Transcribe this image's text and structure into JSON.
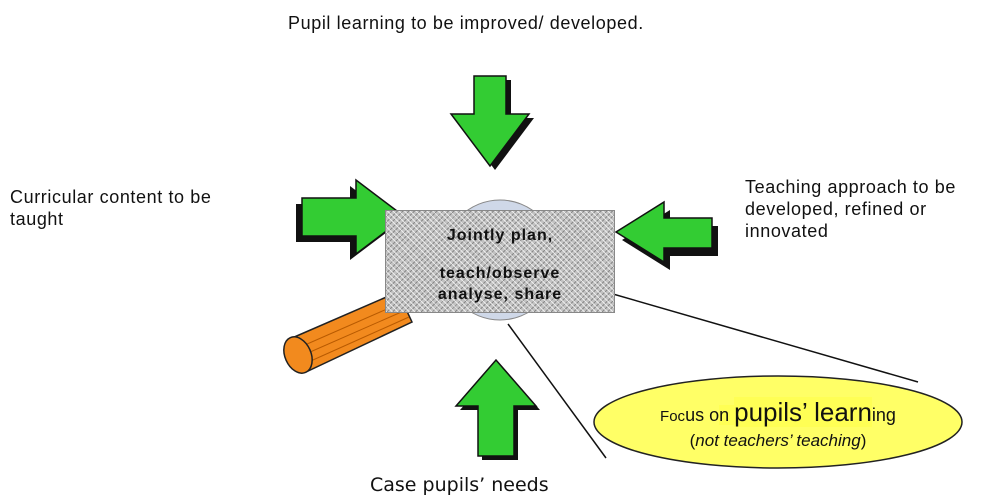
{
  "labels": {
    "top": "Pupil learning to be improved/ developed.",
    "left": "Curricular content to be taught",
    "right": "Teaching approach to be developed, refined or innovated",
    "bottom": "Case pupils’ needs"
  },
  "center": {
    "line1": "Jointly plan,",
    "line2": "teach/observe",
    "line3": "analyse, share"
  },
  "focus": {
    "p1": "Foc",
    "p2": "us o",
    "p3": "n ",
    "p4": "pupils’ lea",
    "p5": "rn",
    "p6": "ing",
    "open": "(",
    "italic": "not teachers’ teaching",
    "close": ")"
  },
  "colors": {
    "arrow_fill": "#33cc33",
    "arrow_shadow": "#111111",
    "pencil": "#f28a1e",
    "ellipse": "#ffff66",
    "highlight": "#ffff55"
  }
}
